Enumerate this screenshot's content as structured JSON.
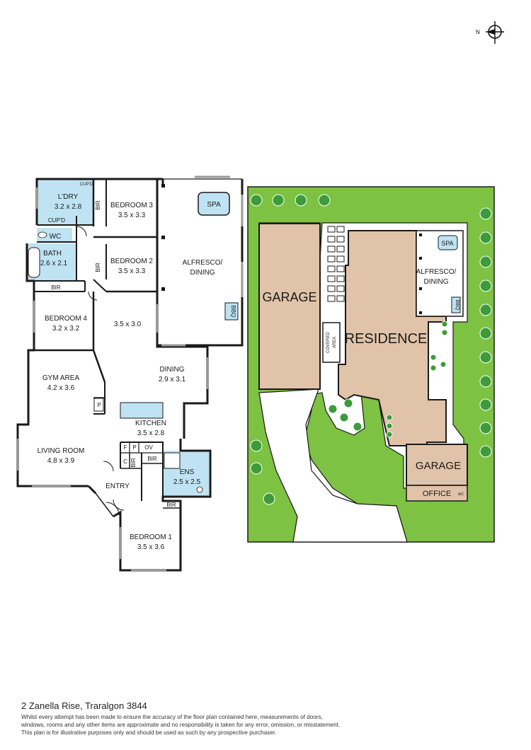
{
  "compass": {
    "north_label": "N"
  },
  "floor_plan": {
    "rooms": {
      "laundry": {
        "name": "L'DRY",
        "dims": "3.2 x 2.8"
      },
      "cupd_top": "CUP'D",
      "cupd_mid": "CUP'D",
      "wc": "WC",
      "bath": {
        "name": "BATH",
        "dims": "2.6 x 2.1"
      },
      "bedroom3": {
        "name": "BEDROOM 3",
        "dims": "3.5 x 3.3"
      },
      "bedroom2": {
        "name": "BEDROOM 2",
        "dims": "3.5 x 3.3"
      },
      "bedroom4": {
        "name": "BEDROOM 4",
        "dims": "3.2 x 3.2"
      },
      "family": {
        "dims": "3.5 x 3.0"
      },
      "alfresco": {
        "name_line1": "ALFRESCO/",
        "name_line2": "DINING"
      },
      "spa": "SPA",
      "bbq": "BBQ",
      "dining": {
        "name": "DINING",
        "dims": "2.9 x 3.1"
      },
      "gym": {
        "name": "GYM AREA",
        "dims": "4.2 x 3.6"
      },
      "kitchen": {
        "name": "KITCHEN",
        "dims": "3.5 x 2.8"
      },
      "living": {
        "name": "LIVING ROOM",
        "dims": "4.8 x 3.9"
      },
      "entry": "ENTRY",
      "ens": {
        "name": "ENS",
        "dims": "2.5 x 2.5"
      },
      "bedroom1": {
        "name": "BEDROOM 1",
        "dims": "3.5 x 3.6"
      },
      "bir": "BIR",
      "pantry": "P",
      "fridge": "F",
      "oven": "OV",
      "coats": "C"
    }
  },
  "site_plan": {
    "garage_main": "GARAGE",
    "residence": "RESIDENCE",
    "covered_line1": "COVERED",
    "covered_line2": "AREA",
    "spa": "SPA",
    "alfresco_line1": "ALFRESCO/",
    "alfresco_line2": "DINING",
    "bbq": "BBQ",
    "garage_small": "GARAGE",
    "office": "OFFICE",
    "ac": "A/C"
  },
  "footer": {
    "address": "2 Zanella Rise, Traralgon 3844",
    "disclaimer_line1": "Whilst every attempt has been made to ensure the accuracy of the floor plan contained here, measurements of doors,",
    "disclaimer_line2": "windows, rooms and any other items are approximate and no responsibility is taken for any error, omission, or misstatement.",
    "disclaimer_line3": "This plan is for illustrative purposes only and should be used as such by any prospective purchaser."
  },
  "colors": {
    "wall": "#1a1a1a",
    "wet_area": "#bfe3f2",
    "lawn": "#7dc242",
    "tree": "#3e9b3a",
    "building": "#e0c3a8",
    "paving": "#ffffff"
  }
}
